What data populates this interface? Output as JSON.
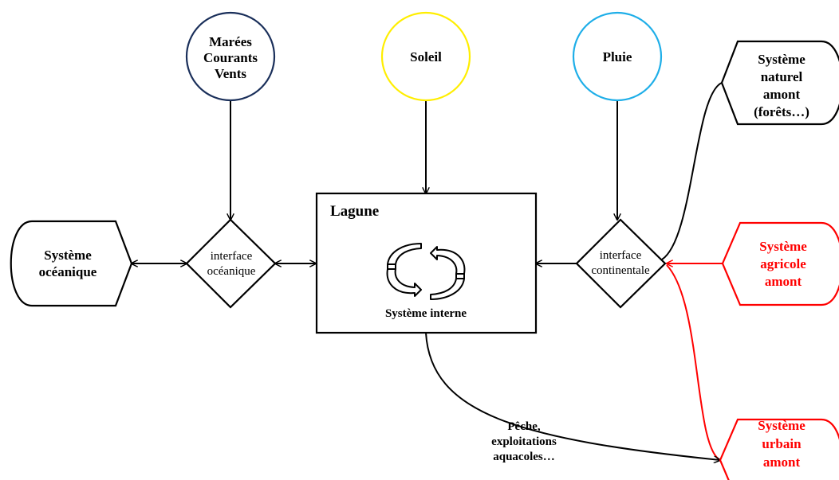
{
  "nodes": {
    "marees": {
      "lines": [
        "Marées",
        "Courants",
        "Vents"
      ],
      "color": "#1a2f5a"
    },
    "soleil": {
      "lines": [
        "Soleil"
      ],
      "color": "#ffee00"
    },
    "pluie": {
      "lines": [
        "Pluie"
      ],
      "color": "#1eaee8"
    },
    "systeme_oceanique": {
      "lines": [
        "Système",
        "océanique"
      ]
    },
    "interface_oceanique": {
      "lines": [
        "interface",
        "océanique"
      ]
    },
    "lagune": {
      "title": "Lagune",
      "inner_label": "Système interne"
    },
    "interface_continentale": {
      "lines": [
        "interface",
        "continentale"
      ]
    },
    "systeme_naturel": {
      "lines": [
        "Système",
        "naturel",
        "amont",
        "(forêts…)"
      ]
    },
    "systeme_agricole": {
      "lines": [
        "Système",
        "agricole",
        "amont"
      ],
      "color": "#ff0000"
    },
    "systeme_urbain": {
      "lines": [
        "Système",
        "urbain",
        "amont"
      ],
      "color": "#ff0000"
    }
  },
  "edge_labels": {
    "peche": [
      "Pêche,",
      "exploitations",
      "aquacoles…"
    ]
  },
  "icons": {
    "cycle": "cycle-arrows-icon"
  }
}
